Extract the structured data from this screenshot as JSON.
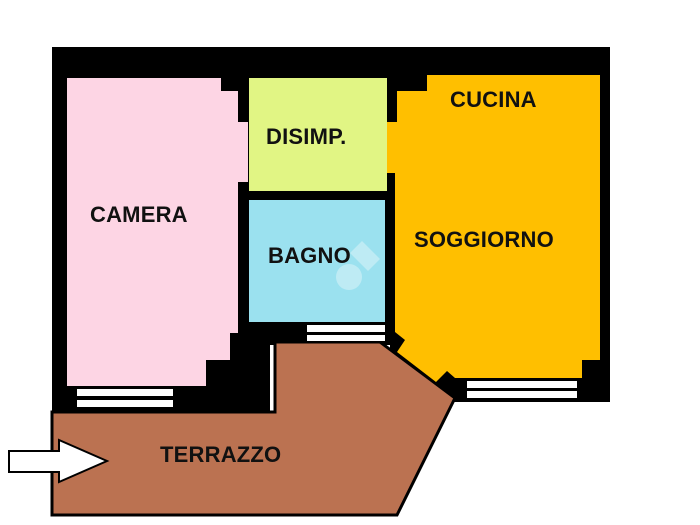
{
  "floorplan": {
    "rooms": [
      {
        "id": "camera",
        "label": "CAMERA",
        "color": "#fdd5e4"
      },
      {
        "id": "disimpegno",
        "label": "DISIMP.",
        "color": "#e1f584"
      },
      {
        "id": "bagno",
        "label": "BAGNO",
        "color": "#9be1ef"
      },
      {
        "id": "cucina",
        "label": "CUCINA",
        "color": "#ffbf00"
      },
      {
        "id": "soggiorno",
        "label": "SOGGIORNO",
        "color": "#ffbf00"
      },
      {
        "id": "terrazzo",
        "label": "TERRAZZO",
        "color": "#bb7251"
      }
    ],
    "wall_color": "#000000",
    "window_color": "#ffffff",
    "entrance_arrow": {
      "direction": "right",
      "color": "#ffffff"
    }
  }
}
